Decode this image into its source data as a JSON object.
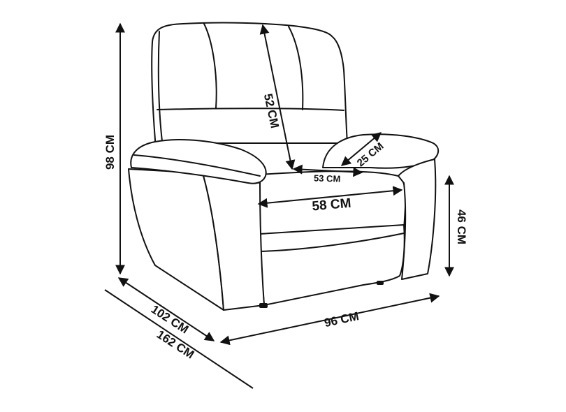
{
  "diagram": {
    "subject": "armchair",
    "line_color": "#111111",
    "background": "#ffffff"
  },
  "dimensions": {
    "height_total": "98 CM",
    "backrest_height": "52 CM",
    "seat_depth": "53 CM",
    "armrest_width": "25 CM",
    "seat_width": "58 CM",
    "seat_height": "46 CM",
    "depth": "102 CM",
    "depth_reclined": "162 CM",
    "width": "96 CM"
  }
}
